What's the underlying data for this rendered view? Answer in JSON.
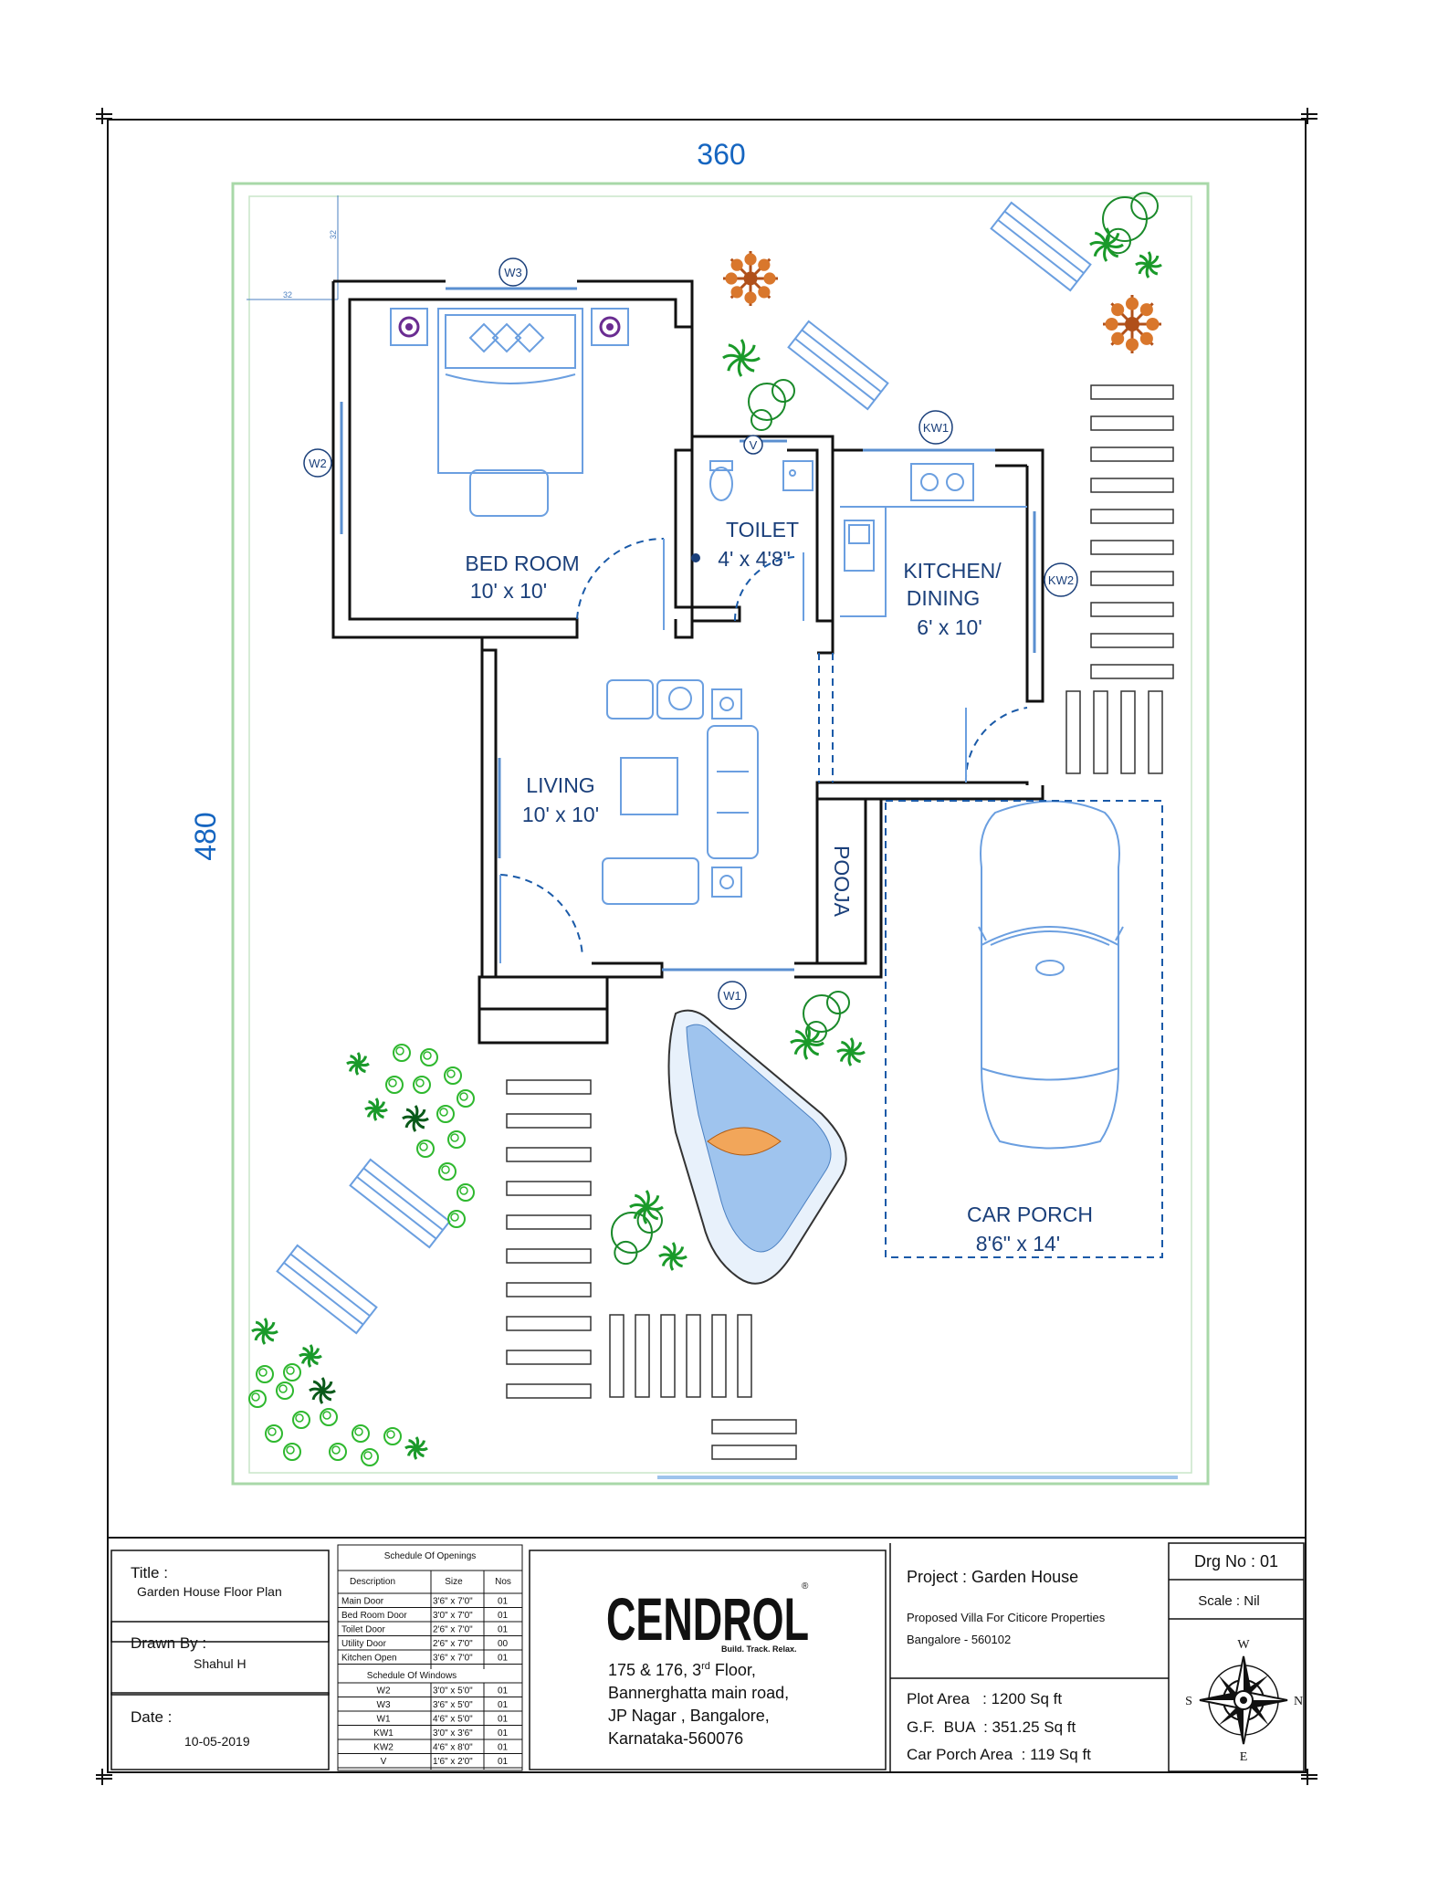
{
  "dimensions": {
    "width_label": "360",
    "height_label": "480",
    "offset_x": "32",
    "offset_y": "32"
  },
  "rooms": {
    "bedroom": {
      "name": "BED ROOM",
      "size": "10' x 10'"
    },
    "toilet": {
      "name": "TOILET",
      "size": "4' x 4'8\""
    },
    "kitchen": {
      "name_line1": "KITCHEN/",
      "name_line2": "DINING",
      "size": "6' x 10'"
    },
    "living": {
      "name": "LIVING",
      "size": "10' x 10'"
    },
    "pooja": {
      "name": "POOJA"
    },
    "car_porch": {
      "name": "CAR PORCH",
      "size": "8'6\" x 14'"
    }
  },
  "tags": {
    "w3": "W3",
    "w2": "W2",
    "w1": "W1",
    "kw1": "KW1",
    "kw2": "KW2",
    "v": "V"
  },
  "title_block": {
    "title_label": "Title :",
    "title_value": "Garden House Floor Plan",
    "drawn_by_label": "Drawn By :",
    "drawn_by_value": "Shahul H",
    "date_label": "Date :",
    "date_value": "10-05-2019",
    "schedule_openings_title": "Schedule Of Openings",
    "schedule_headers": [
      "Description",
      "Size",
      "Nos"
    ],
    "openings": [
      {
        "desc": "Main Door",
        "size": "3'6\" x 7'0\"",
        "nos": "01"
      },
      {
        "desc": "Bed Room Door",
        "size": "3'0\" x 7'0\"",
        "nos": "01"
      },
      {
        "desc": "Toilet Door",
        "size": "2'6\" x 7'0\"",
        "nos": "01"
      },
      {
        "desc": "Utility Door",
        "size": "2'6\" x 7'0\"",
        "nos": "00"
      },
      {
        "desc": "Kitchen Open",
        "size": "3'6\" x 7'0\"",
        "nos": "01"
      }
    ],
    "schedule_windows_title": "Schedule Of Windows",
    "windows": [
      {
        "desc": "W2",
        "size": "3'0\" x 5'0\"",
        "nos": "01"
      },
      {
        "desc": "W3",
        "size": "3'6\" x 5'0\"",
        "nos": "01"
      },
      {
        "desc": "W1",
        "size": "4'6\" x 5'0\"",
        "nos": "01"
      },
      {
        "desc": "KW1",
        "size": "3'0\" x 3'6\"",
        "nos": "01"
      },
      {
        "desc": "KW2",
        "size": "4'6\" x 8'0\"",
        "nos": "01"
      },
      {
        "desc": "V",
        "size": "1'6\" x 2'0\"",
        "nos": "01"
      }
    ],
    "company": {
      "logo": "CENDROL",
      "reg": "®",
      "tagline": "Build. Track. Relax.",
      "addr_line1_pre": "175 & 176, 3",
      "addr_line1_sup": "rd",
      "addr_line1_post": " Floor,",
      "addr_line2": "Bannerghatta main road,",
      "addr_line3": "JP Nagar , Bangalore,",
      "addr_line4": "Karnataka-560076"
    },
    "project": "Project : Garden House",
    "project_desc": "Proposed Villa For Citicore Properties",
    "project_loc": "Bangalore - 560102",
    "plot_area": "Plot Area   : 1200 Sq ft",
    "gf_bua": "G.F.  BUA  : 351.25 Sq ft",
    "car_porch_area": "Car Porch Area  : 119 Sq ft",
    "drg_no": "Drg No : 01",
    "scale": "Scale : Nil",
    "compass": {
      "w": "W",
      "s": "S",
      "n": "N",
      "e": "E"
    }
  }
}
